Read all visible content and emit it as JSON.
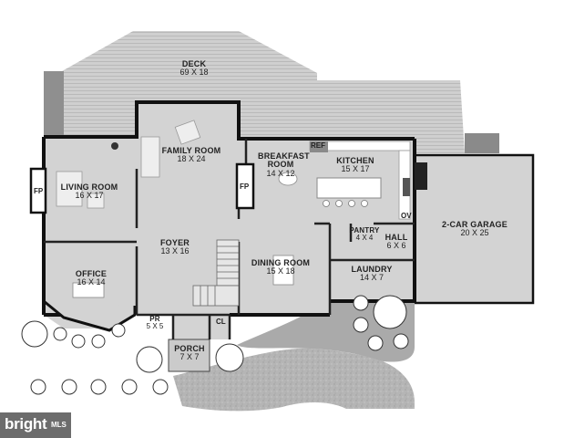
{
  "rooms": {
    "deck": {
      "name": "DECK",
      "dim": "69 X 18"
    },
    "family": {
      "name": "FAMILY ROOM",
      "dim": "18 X 24"
    },
    "breakfast": {
      "name": "BREAKFAST ROOM",
      "dim": "14 X 12"
    },
    "kitchen": {
      "name": "KITCHEN",
      "dim": "15 X 17"
    },
    "living": {
      "name": "LIVING ROOM",
      "dim": "16 X 17"
    },
    "garage": {
      "name": "2-CAR GARAGE",
      "dim": "20 X 25"
    },
    "pantry": {
      "name": "PANTRY",
      "dim": "4 X 4"
    },
    "hall": {
      "name": "HALL",
      "dim": "6 X 6"
    },
    "foyer": {
      "name": "FOYER",
      "dim": "13 X 16"
    },
    "dining": {
      "name": "DINING ROOM",
      "dim": "15 X 18"
    },
    "office": {
      "name": "OFFICE",
      "dim": "16 X 14"
    },
    "laundry": {
      "name": "LAUNDRY",
      "dim": "14 X 7"
    },
    "pr": {
      "name": "PR",
      "dim": "5 X 5"
    },
    "porch": {
      "name": "PORCH",
      "dim": "7 X 7"
    }
  },
  "tags": {
    "fp1": "FP",
    "fp2": "FP",
    "ref": "REF",
    "ov": "OV",
    "cl": "CL"
  },
  "watermark": {
    "brand": "bright",
    "suffix": "MLS"
  }
}
